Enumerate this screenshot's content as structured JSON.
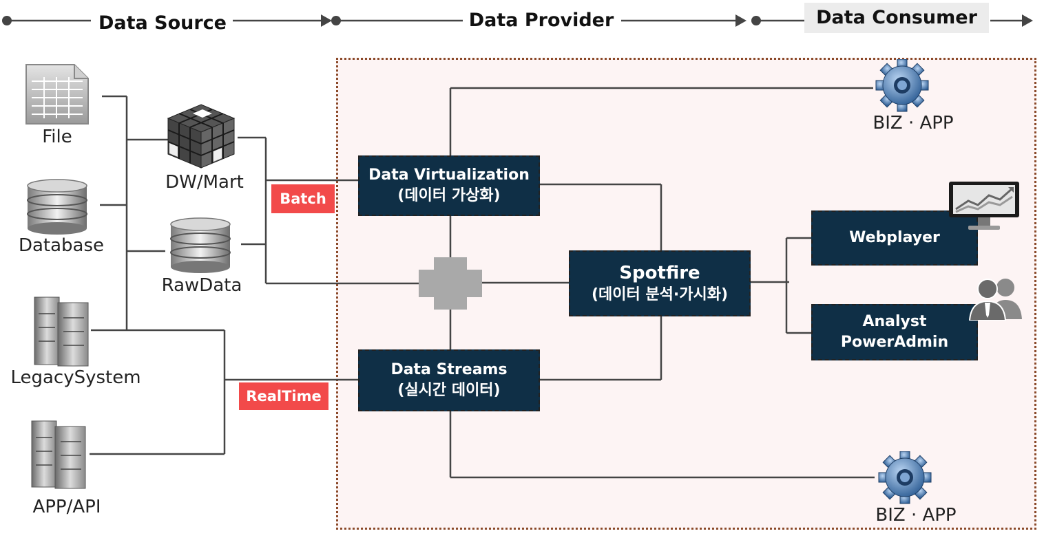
{
  "header": {
    "source": "Data Source",
    "provider": "Data Provider",
    "consumer": "Data Consumer"
  },
  "sources": {
    "file": "File",
    "database": "Database",
    "legacy": "LegacySystem",
    "app_api": "APP/API"
  },
  "staging": {
    "dw_mart": "DW/Mart",
    "raw_data": "RawData"
  },
  "tags": {
    "batch": "Batch",
    "realtime": "RealTime"
  },
  "nodes": {
    "virtualization": {
      "line1": "Data Virtualization",
      "line2": "(데이터 가상화)"
    },
    "streams": {
      "line1": "Data Streams",
      "line2": "(실시간 데이터)"
    },
    "spotfire": {
      "line1": "Spotfire",
      "line2": "(데이터 분석·가시화)"
    },
    "webplayer": {
      "line1": "Webplayer"
    },
    "analyst": {
      "line1": "Analyst",
      "line2": "PowerAdmin"
    }
  },
  "consumers": {
    "biz_top": "BIZ · APP",
    "biz_bottom": "BIZ · APP"
  },
  "icons": [
    "spreadsheet-file-icon",
    "database-icon",
    "server-icon",
    "rubiks-cube-icon",
    "gear-icon",
    "monitor-chart-icon",
    "users-icon",
    "cross-hub-icon"
  ],
  "colors": {
    "node_fill": "#0f2f46",
    "tag_fill": "#f24a4a",
    "provider_area": "#fdf4f4",
    "provider_border": "#8b4a2a"
  }
}
